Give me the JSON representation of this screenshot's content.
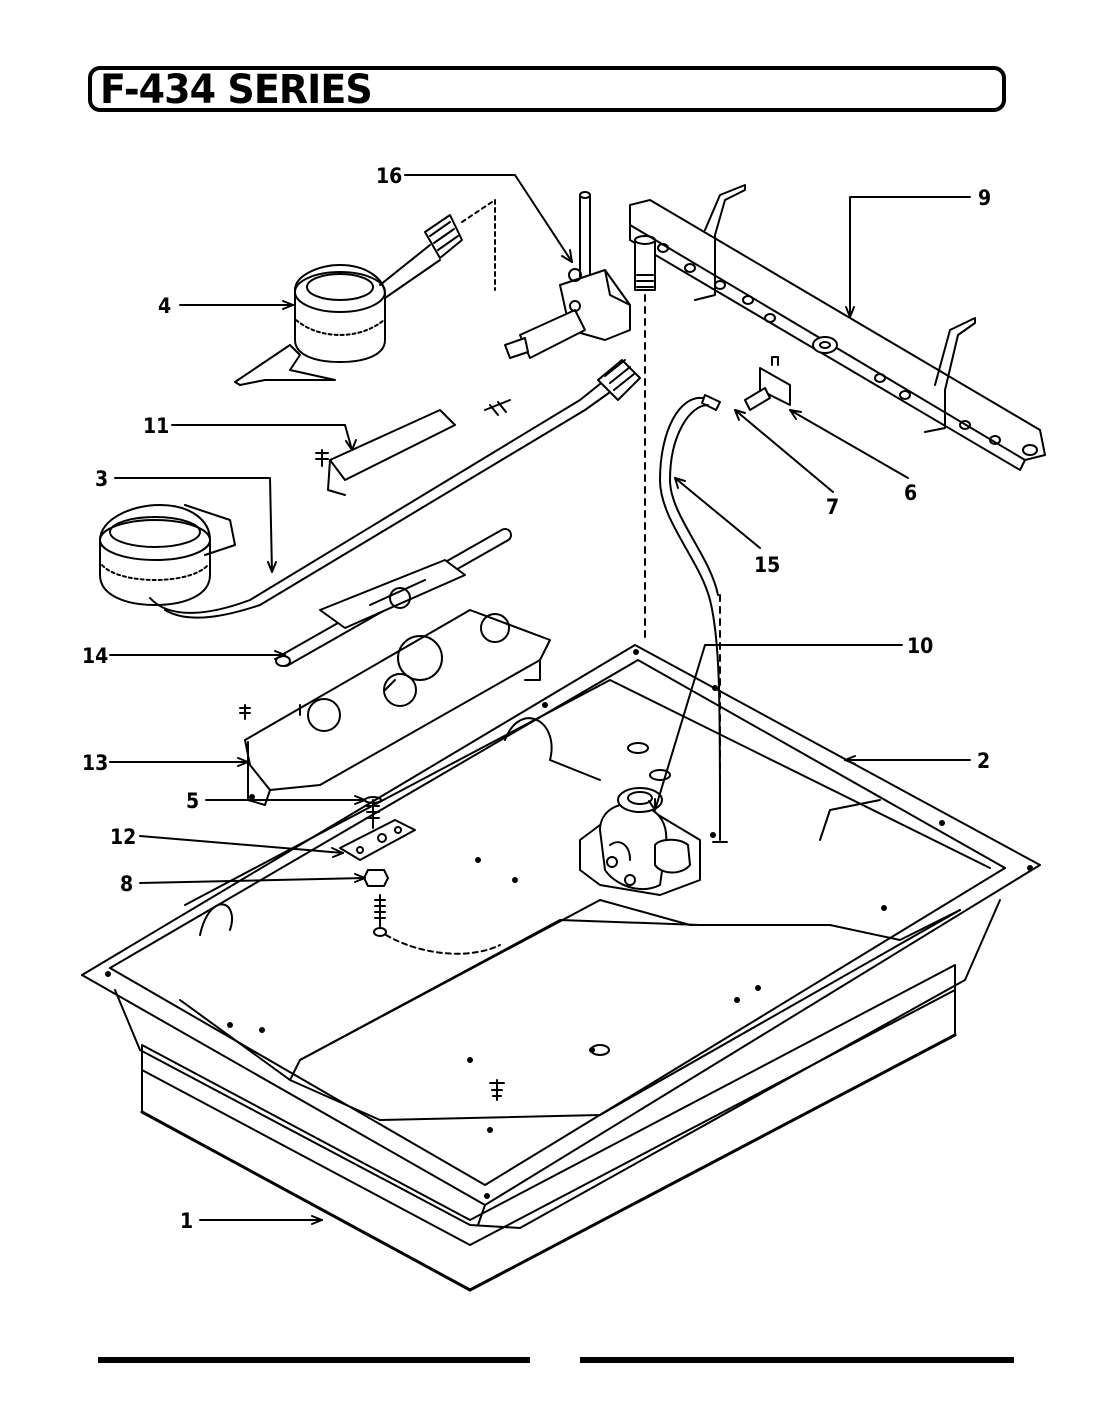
{
  "title": "F-434 SERIES",
  "callouts": [
    {
      "id": "1",
      "label": "1"
    },
    {
      "id": "2",
      "label": "2"
    },
    {
      "id": "3",
      "label": "3"
    },
    {
      "id": "4",
      "label": "4"
    },
    {
      "id": "5",
      "label": "5"
    },
    {
      "id": "6",
      "label": "6"
    },
    {
      "id": "7",
      "label": "7"
    },
    {
      "id": "8",
      "label": "8"
    },
    {
      "id": "9",
      "label": "9"
    },
    {
      "id": "10",
      "label": "10"
    },
    {
      "id": "11",
      "label": "11"
    },
    {
      "id": "12",
      "label": "12"
    },
    {
      "id": "13",
      "label": "13"
    },
    {
      "id": "14",
      "label": "14"
    },
    {
      "id": "15",
      "label": "15"
    },
    {
      "id": "16",
      "label": "16"
    }
  ],
  "colors": {
    "ink": "#000000",
    "paper": "#ffffff"
  }
}
